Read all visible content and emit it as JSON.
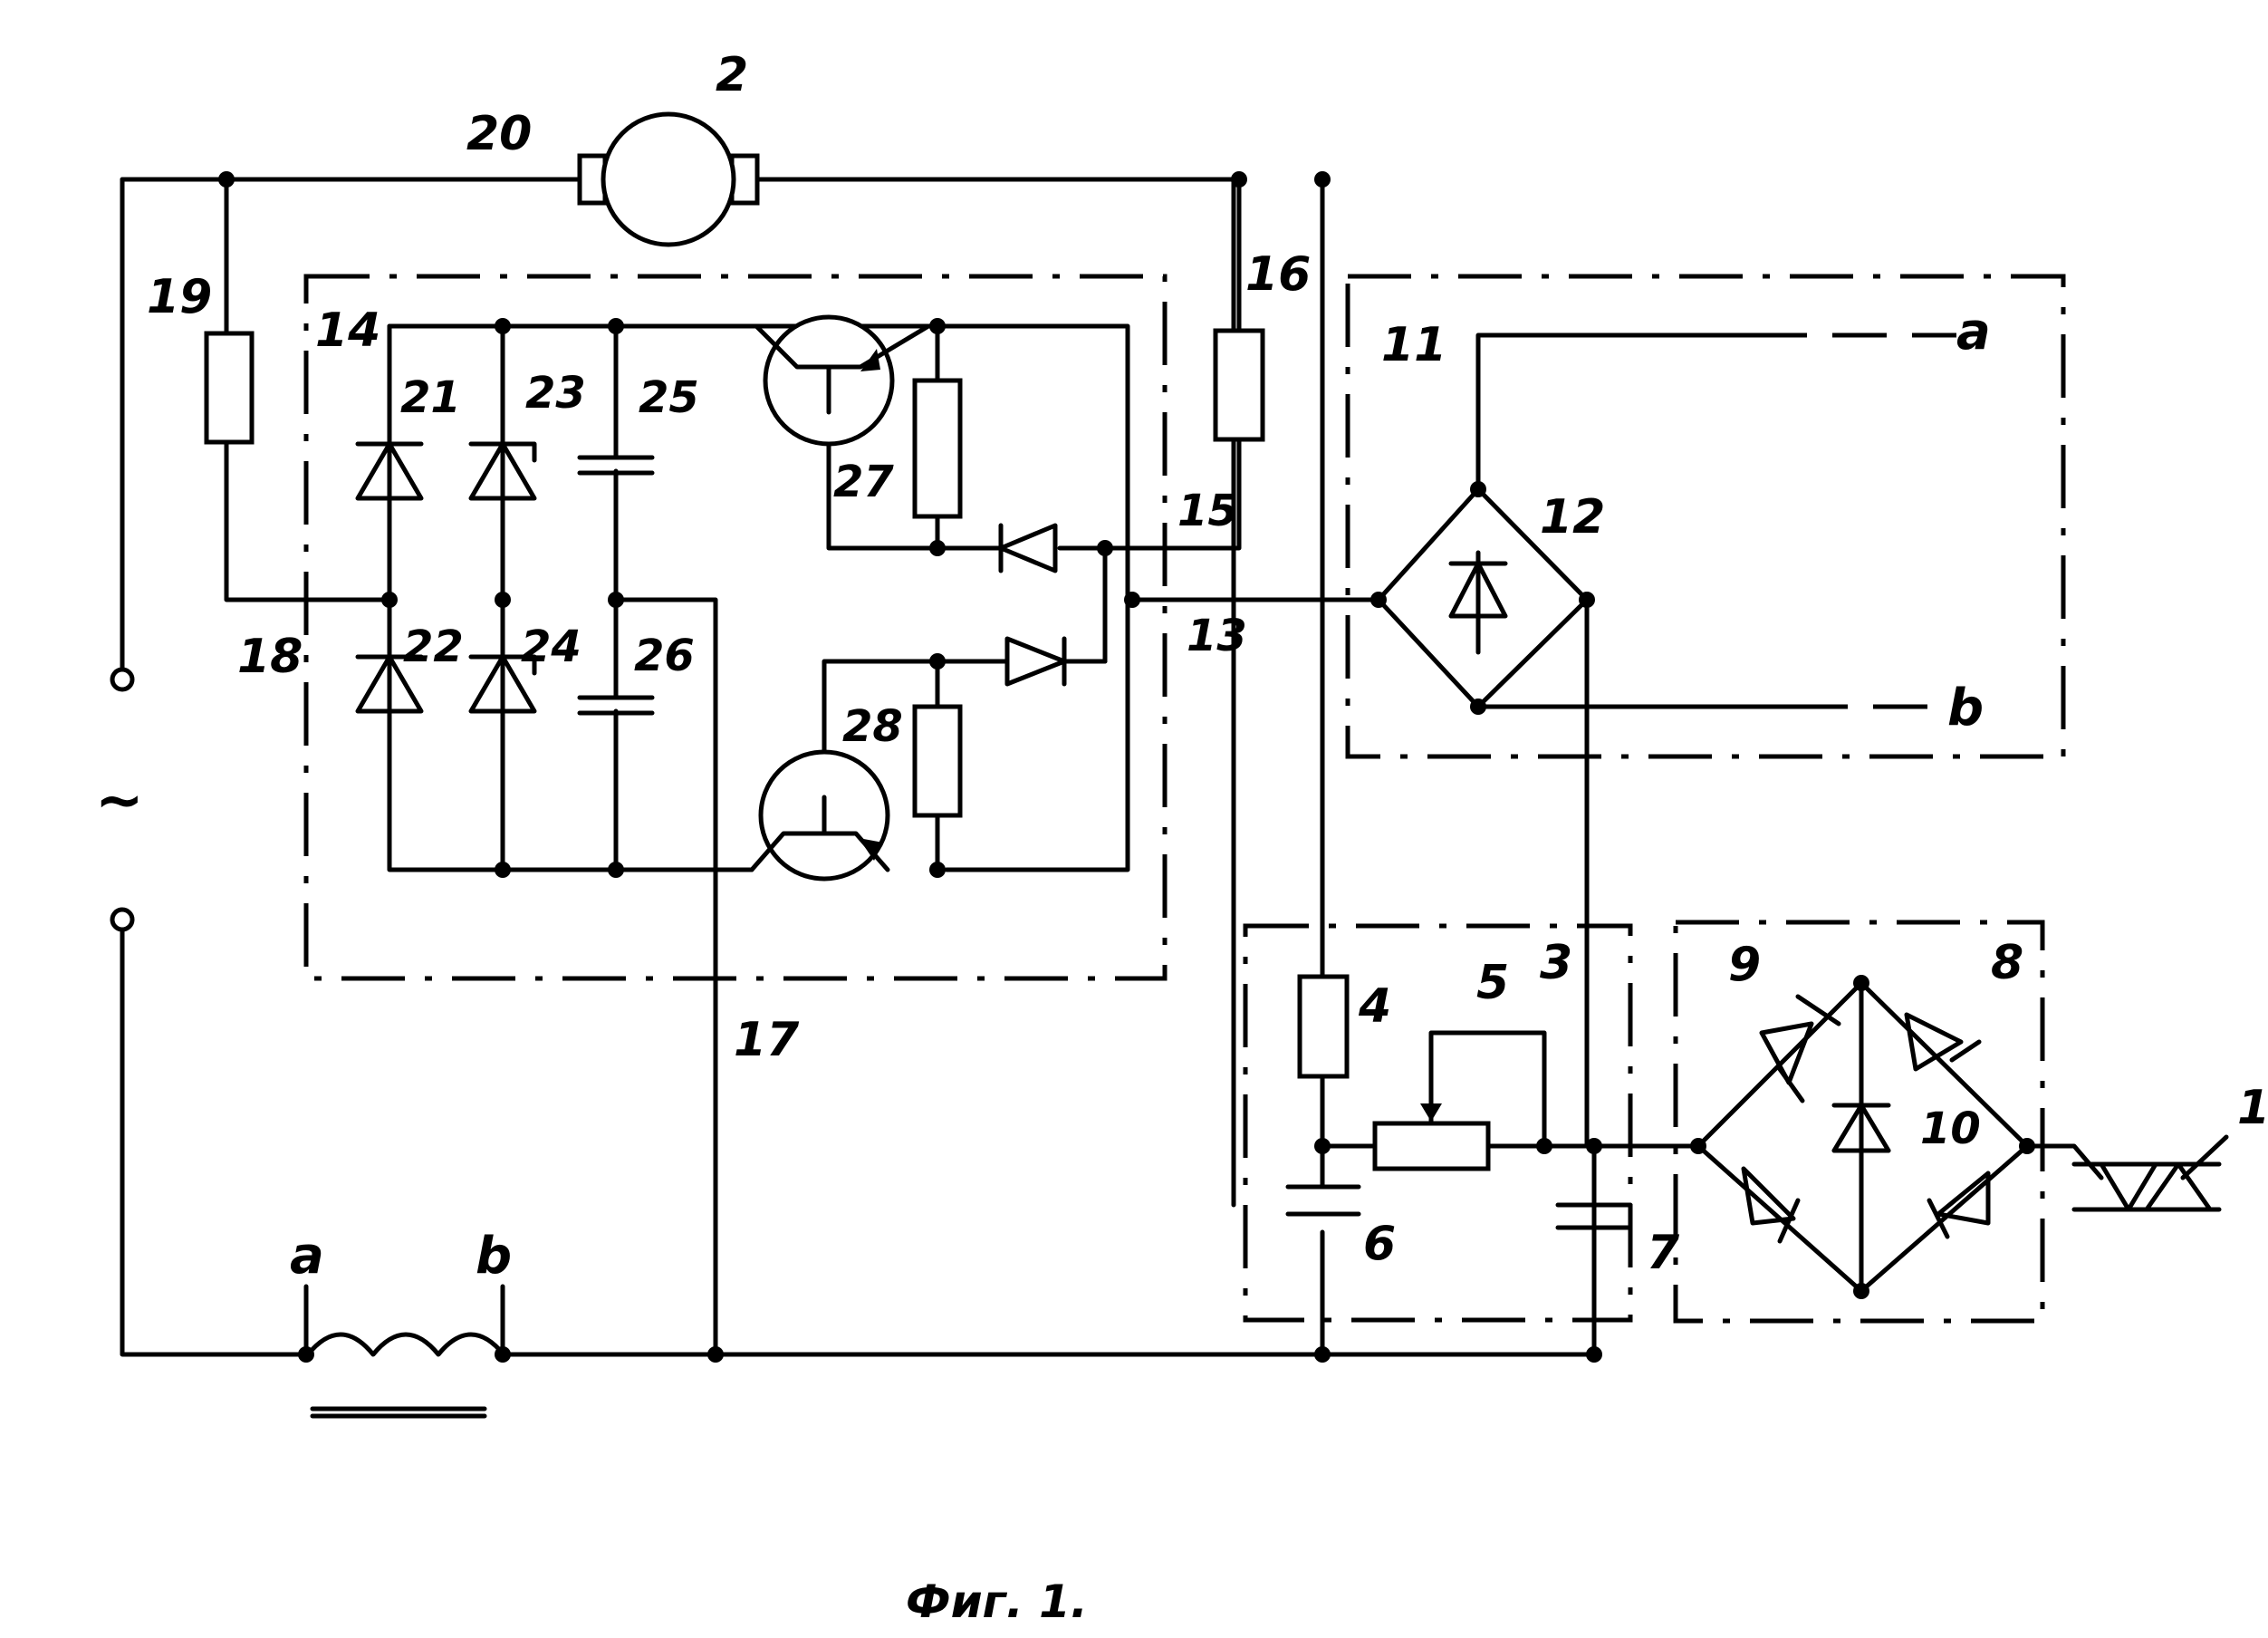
{
  "figure": {
    "caption": "Фиг. 1.",
    "background": "#ffffff",
    "ink": "#000000"
  },
  "labels": {
    "motor": "2",
    "triac": "1",
    "ac_symbol": "~",
    "wire_20": "20",
    "r_19": "19",
    "r_16": "16",
    "block_14": "14",
    "block_11": "11",
    "bridge_12": "12",
    "node_13": "13",
    "node_15": "15",
    "node_18": "18",
    "wire_17": "17",
    "d21": "21",
    "d22": "22",
    "zd23": "23",
    "zd24": "24",
    "c25": "25",
    "c26": "26",
    "t27": "27",
    "t28": "28",
    "block_3": "3",
    "r4": "4",
    "pot5": "5",
    "c6": "6",
    "c7": "7",
    "block_8": "8",
    "d9": "9",
    "d10": "10",
    "term_a": "a",
    "term_b": "b",
    "coil_a": "a",
    "coil_b": "b"
  }
}
